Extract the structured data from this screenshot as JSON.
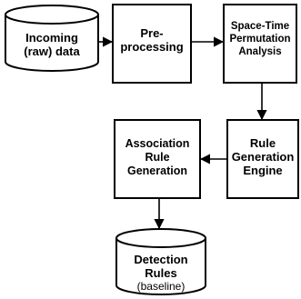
{
  "nodes": {
    "incoming": {
      "lines": [
        "Incoming",
        "(raw) data"
      ]
    },
    "preprocessing": {
      "lines": [
        "Pre-",
        "processing"
      ]
    },
    "space_time": {
      "lines": [
        "Space-Time",
        "Permutation",
        "Analysis"
      ]
    },
    "rule_engine": {
      "lines": [
        "Rule",
        "Generation",
        "Engine"
      ]
    },
    "association": {
      "lines": [
        "Association",
        "Rule",
        "Generation"
      ]
    },
    "detection": {
      "lines": [
        "Detection",
        "Rules",
        "(baseline)"
      ]
    }
  },
  "colors": {
    "stroke": "#000000",
    "fill": "#ffffff",
    "text": "#000000"
  }
}
